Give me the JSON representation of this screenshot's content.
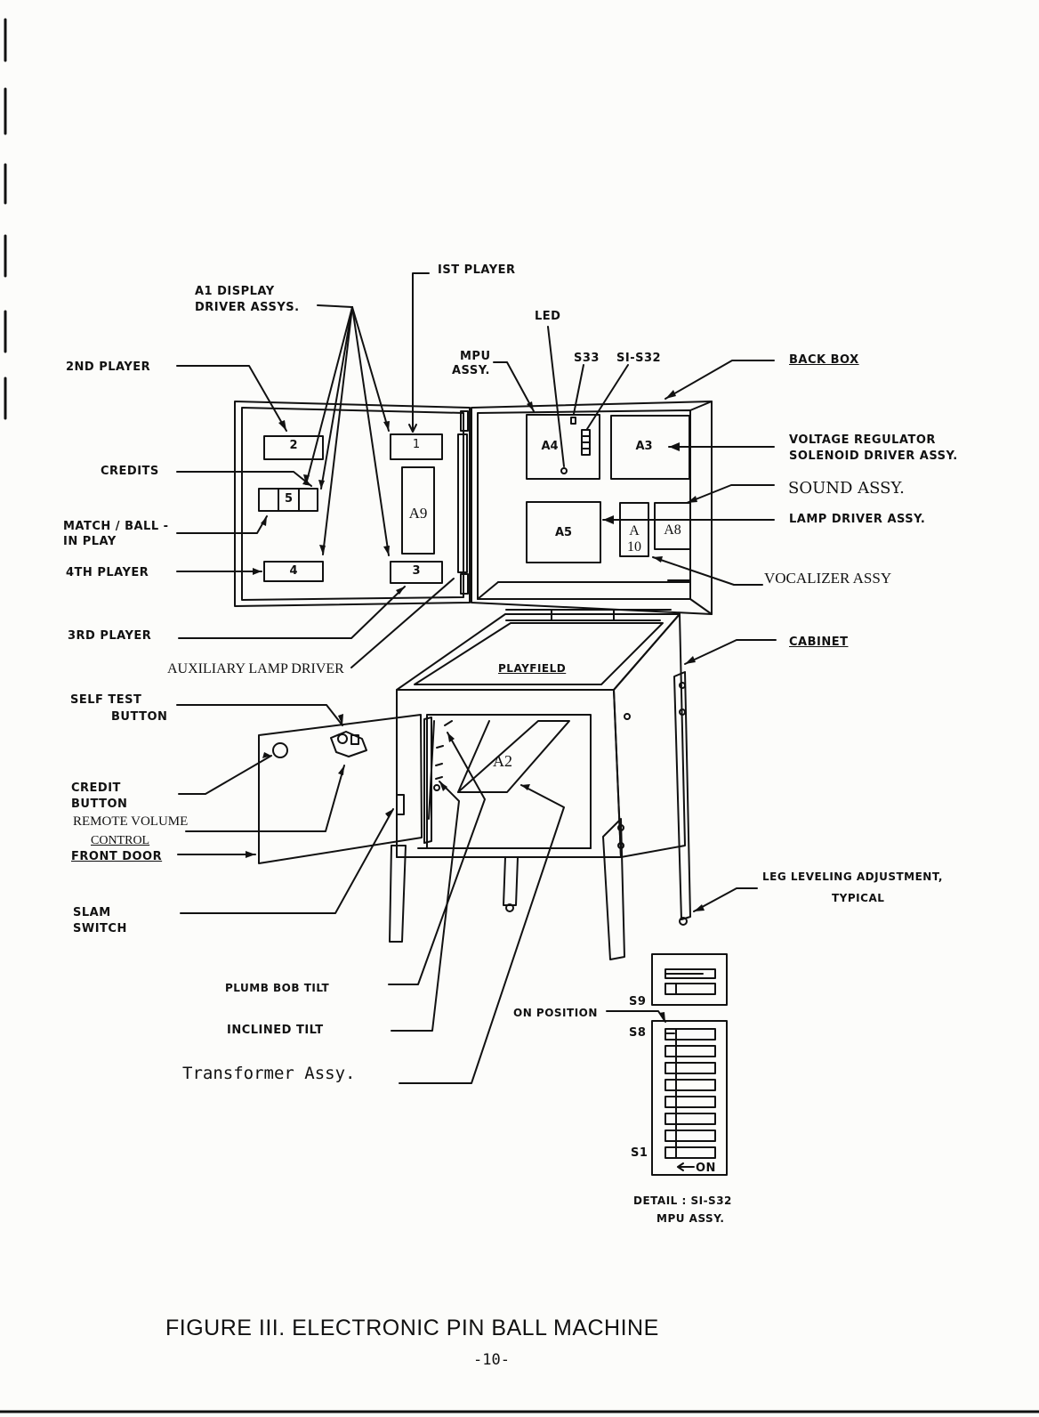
{
  "labels": {
    "first_player": "IST  PLAYER",
    "a1_display_line1": "A1  DISPLAY",
    "a1_display_line2": "DRIVER   ASSYS.",
    "led": "LED",
    "mpu_line1": "MPU",
    "mpu_line2": "ASSY.",
    "s33": "S33",
    "s1_s32": "SI-S32",
    "back_box": "BACK  BOX",
    "second_player": "2ND  PLAYER",
    "credits": "CREDITS",
    "voltage_reg_line1": "VOLTAGE  REGULATOR",
    "voltage_reg_line2": "SOLENOID  DRIVER  ASSY.",
    "sound_assy": "SOUND ASSY.",
    "match_line1": "MATCH / BALL -",
    "match_line2": "IN  PLAY",
    "lamp_driver": "LAMP  DRIVER  ASSY.",
    "fourth_player": "4TH  PLAYER",
    "vocalizer": "VOCALIZER ASSY",
    "third_player": "3RD  PLAYER",
    "cabinet": "CABINET",
    "aux_lamp_driver": "AUXILIARY LAMP DRIVER",
    "playfield": "PLAYFIELD",
    "self_test_line1": "SELF  TEST",
    "self_test_line2": "BUTTON",
    "credit_button_line1": "CREDIT",
    "credit_button_line2": "BUTTON",
    "remote_volume_line1": "REMOTE VOLUME",
    "remote_volume_line2": "CONTROL",
    "front_door": "FRONT DOOR",
    "leg_leveling_line1": "LEG  LEVELING  ADJUSTMENT,",
    "leg_leveling_line2": "TYPICAL",
    "slam_line1": "SLAM",
    "slam_line2": "SWITCH",
    "plumb_bob": "PLUMB BOB   TILT",
    "inclined_tilt": "INCLINED   TILT",
    "transformer": "Transformer Assy.",
    "on_position": "ON  POSITION",
    "s9": "S9",
    "s8": "S8",
    "s1": "S1",
    "on": "ON",
    "detail_line1": "DETAIL :  SI-S32",
    "detail_line2": "MPU  ASSY."
  },
  "boxes": {
    "p2": "2",
    "p1": "1",
    "p5": "5",
    "a9": "A9",
    "p4": "4",
    "p3": "3",
    "a4": "A4",
    "a3": "A3",
    "a5": "A5",
    "a10_top": "A",
    "a10_bot": "10",
    "a8": "A8",
    "a2": "A2"
  },
  "caption": "FIGURE III. ELECTRONIC PIN BALL MACHINE",
  "page_number": "-10-"
}
